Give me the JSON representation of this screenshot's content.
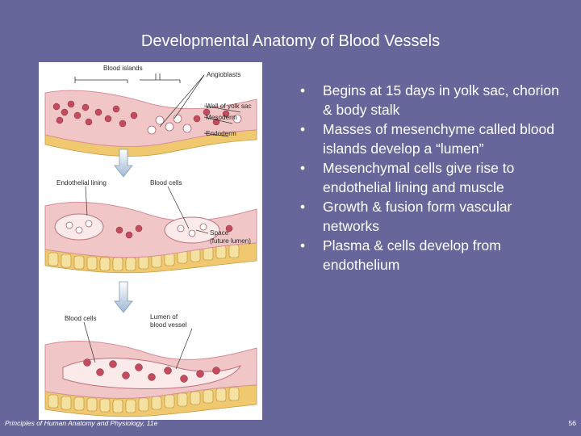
{
  "slide": {
    "title": "Developmental Anatomy of Blood Vessels",
    "bullets": [
      "Begins at 15 days in yolk sac, chorion & body stalk",
      "Masses of mesenchyme called blood islands develop a “lumen”",
      "Mesenchymal cells give rise to endothelial lining and muscle",
      "Growth & fusion form vascular networks",
      "Plasma & cells develop from endothelium"
    ],
    "bullet_glyph": "•",
    "footer_left": "Principles of Human Anatomy and Physiology, 11e",
    "page_number": "56"
  },
  "figure": {
    "labels": {
      "blood_islands": "Blood islands",
      "angioblasts": "Angioblasts",
      "wall_of_yolk_sac": "Wall of yolk sac",
      "mesoderm": "Mesoderm",
      "endoderm": "Endoderm",
      "endothelial_lining": "Endothelial lining",
      "blood_cells_1": "Blood cells",
      "space_1": "Space",
      "space_2": "(future lumen)",
      "blood_cells_2": "Blood cells",
      "lumen_1": "Lumen of",
      "lumen_2": "blood vessel"
    },
    "colors": {
      "tissue": "#f1c6c6",
      "tissue_edge": "#d98c99",
      "endoderm": "#efc870",
      "cell_red": "#c24b5d",
      "arrow": "#b7cbe0"
    }
  }
}
